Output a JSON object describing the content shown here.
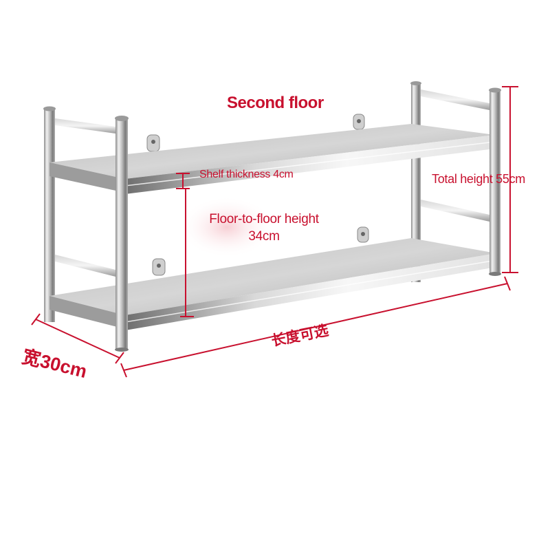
{
  "labels": {
    "second_floor": "Second floor",
    "shelf_thickness": "Shelf thickness 4cm",
    "total_height": "Total height 55cm",
    "floor_height_line1": "Floor-to-floor height",
    "floor_height_line2": "34cm",
    "width": "宽30cm",
    "length": "长度可选"
  },
  "colors": {
    "annotation": "#c8102e",
    "steel_light": "#e8e8e8",
    "steel_dark": "#8a8a8a",
    "background": "#ffffff"
  }
}
